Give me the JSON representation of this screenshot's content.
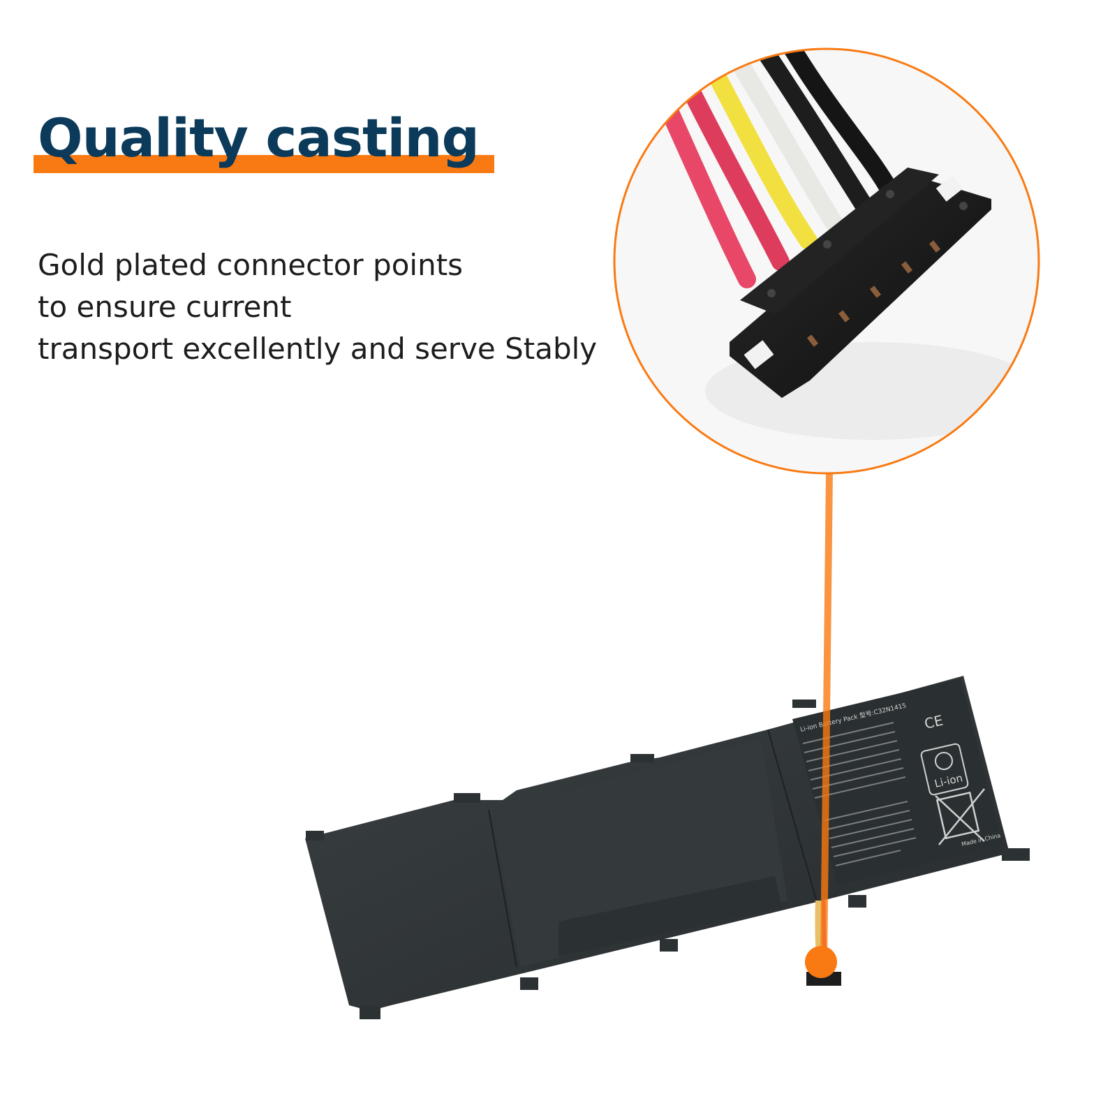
{
  "headline": {
    "text": "Quality casting",
    "text_color": "#0b3a5a",
    "bar_color": "#f97a12"
  },
  "description": {
    "lines": [
      "Gold plated connector points",
      "to ensure current",
      "transport excellently and serve Stably"
    ]
  },
  "battery_label": {
    "model_line": "Li-ion Battery Pack 型号:C32N1415",
    "li_ion_text": "Li-ion",
    "ce_mark": "CE",
    "made_in": "Made in China"
  },
  "accent_color": "#f97a12",
  "battery_color": "#2f3436",
  "wire_colors": [
    "#e84767",
    "#de3c5c",
    "#f2e040",
    "#e8e8e4",
    "#1d1d1d",
    "#151515"
  ]
}
